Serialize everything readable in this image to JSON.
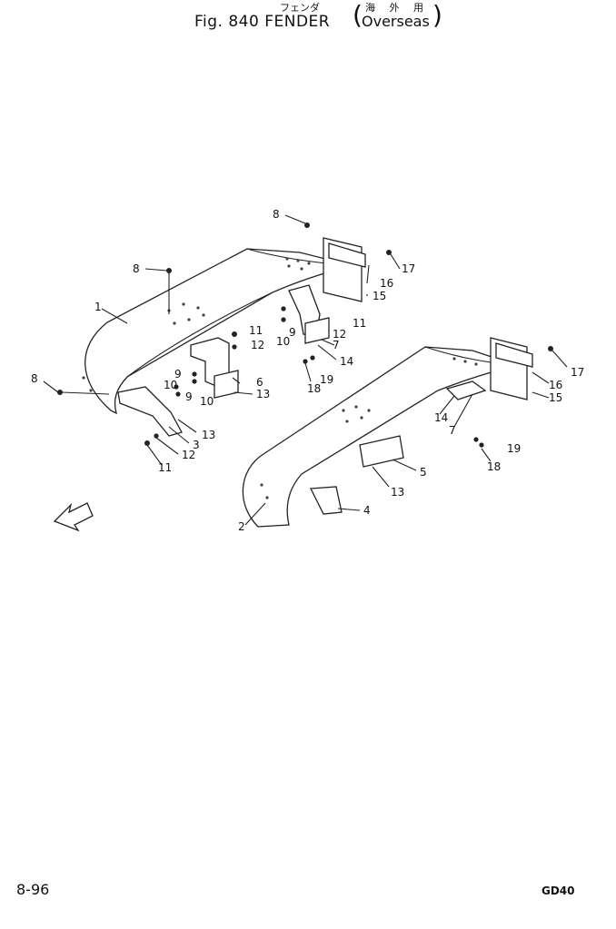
{
  "header": {
    "figure_title": "Fig. 840  FENDER",
    "japanese_title": "フェンダ",
    "variant_japanese": "海 外 用",
    "variant": "Overseas"
  },
  "footer": {
    "page_number": "8-96",
    "model": "GD40"
  },
  "callouts": [
    "1",
    "2",
    "3",
    "4",
    "5",
    "6",
    "7",
    "8",
    "9",
    "10",
    "11",
    "12",
    "13",
    "14",
    "15",
    "16",
    "17",
    "18",
    "19"
  ],
  "colors": {
    "ink": "#222222",
    "paper": "#ffffff"
  },
  "icons": {
    "direction": "front-arrow-icon"
  }
}
